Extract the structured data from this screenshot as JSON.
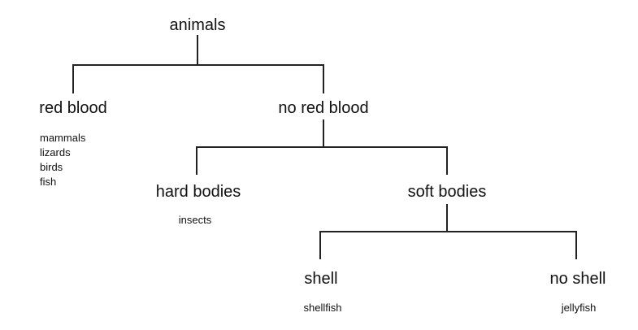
{
  "diagram": {
    "nodes": {
      "animals": {
        "label": "animals"
      },
      "red_blood": {
        "label": "red blood",
        "examples": [
          "mammals",
          "lizards",
          "birds",
          "fish"
        ]
      },
      "no_red_blood": {
        "label": "no red blood"
      },
      "hard_bodies": {
        "label": "hard bodies",
        "examples": [
          "insects"
        ]
      },
      "soft_bodies": {
        "label": "soft bodies"
      },
      "shell": {
        "label": "shell",
        "examples": [
          "shellfish"
        ]
      },
      "no_shell": {
        "label": "no shell",
        "examples": [
          "jellyfish"
        ]
      }
    }
  }
}
